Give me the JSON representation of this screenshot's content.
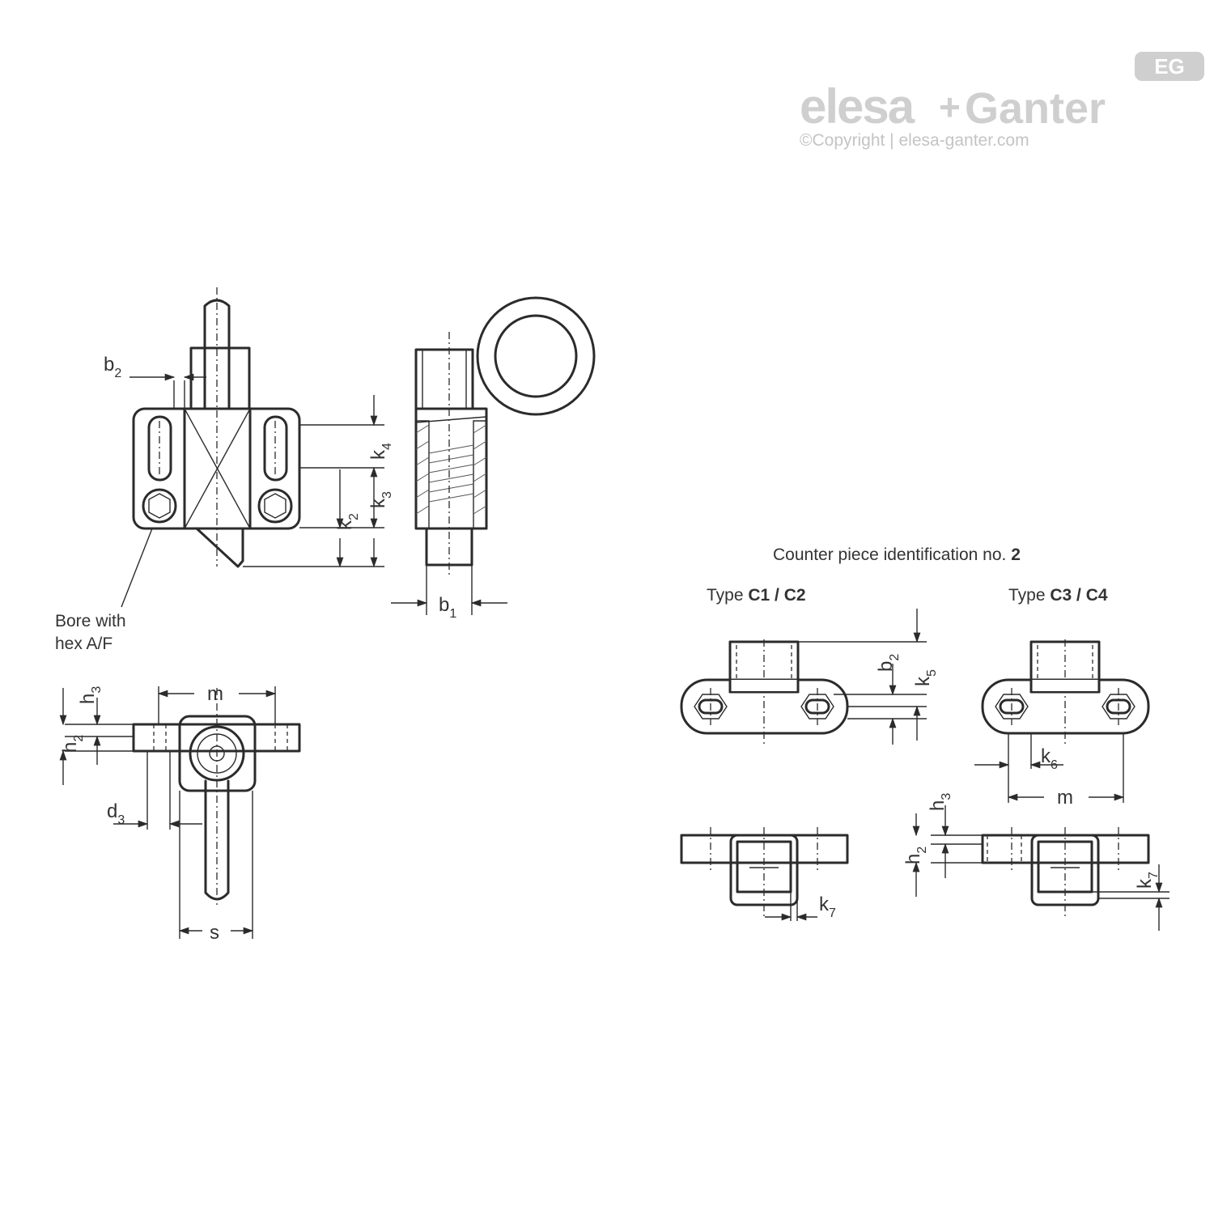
{
  "brand": {
    "logo_left": "elesa",
    "logo_plus": "+",
    "logo_right": "Ganter",
    "badge": "EG",
    "copyright": "©Copyright | elesa-ganter.com"
  },
  "colors": {
    "line": "#2b2b2b",
    "logo": "#cfcfcf"
  },
  "notes": {
    "bore_line1": "Bore with",
    "bore_line2": "hex A/F",
    "counter_prefix": "Counter piece identification no. ",
    "counter_no": "2",
    "type_c12_prefix": "Type ",
    "type_c12_value": "C1 / C2",
    "type_c34_prefix": "Type ",
    "type_c34_value": "C3 / C4"
  },
  "dimensions": {
    "b2": {
      "base": "b",
      "sub": "2"
    },
    "k4": {
      "base": "k",
      "sub": "4"
    },
    "k3": {
      "base": "k",
      "sub": "3"
    },
    "k2": {
      "base": "k",
      "sub": "2"
    },
    "b1": {
      "base": "b",
      "sub": "1"
    },
    "h3": {
      "base": "h",
      "sub": "3"
    },
    "h2": {
      "base": "h",
      "sub": "2"
    },
    "m": "m",
    "d3": {
      "base": "d",
      "sub": "3"
    },
    "s": "s",
    "cp_b2": {
      "base": "b",
      "sub": "2"
    },
    "k5": {
      "base": "k",
      "sub": "5"
    },
    "k6": {
      "base": "k",
      "sub": "6"
    },
    "cp_m": "m",
    "k7a": {
      "base": "k",
      "sub": "7"
    },
    "cp_h3": {
      "base": "h",
      "sub": "3"
    },
    "cp_h2": {
      "base": "h",
      "sub": "2"
    },
    "k7b": {
      "base": "k",
      "sub": "7"
    }
  }
}
